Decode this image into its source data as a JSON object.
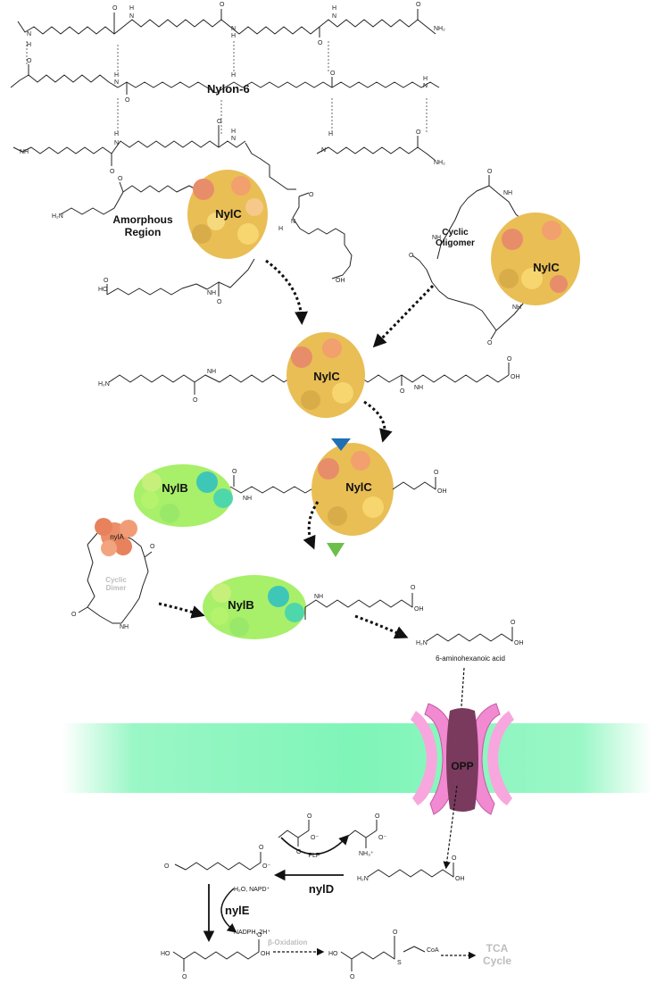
{
  "labels": {
    "nylon6": "Nylon-6",
    "amorphous1": "Amorphous",
    "amorphous2": "Region",
    "cyclic1": "Cyclic",
    "cyclic2": "Oligomer",
    "nylc": "NylC",
    "nylb": "NylB",
    "nyla": "nylA",
    "cyclic_dimer1": "Cyclic",
    "cyclic_dimer2": "Dimer",
    "aminohexanoic": "6-aminohexanoic acid",
    "opp": "OPP",
    "nyld": "nylD",
    "nyle": "nylE",
    "plp": "PLP",
    "h2o_napd": "H₂O, NAPD⁺",
    "nadph": "NADPH, 2H⁺",
    "beta_oxidation": "β-Oxidation",
    "tca1": "TCA",
    "tca2": "Cycle",
    "coa": "CoA"
  },
  "atoms": {
    "N": "N",
    "H": "H",
    "O": "O",
    "NH": "NH",
    "OH": "OH",
    "HO": "HO",
    "H2N": "H₂N",
    "NH2": "NH₂",
    "NH3": "NH₃⁺",
    "Ominus": "O⁻",
    "S": "S"
  },
  "colors": {
    "membrane": "#7ff5b8",
    "nylc_fill": "#f4c85a",
    "nylc_accent": "#e88d6a",
    "nylb_fill": "#a8ef6a",
    "nylb_accent": "#3ec7b7",
    "nyla_fill": "#ec8f68",
    "opp_outer": "#f28ad1",
    "opp_inner": "#7a3a5e",
    "blue_marker": "#1f6fb5",
    "green_marker": "#6dbf4c"
  }
}
